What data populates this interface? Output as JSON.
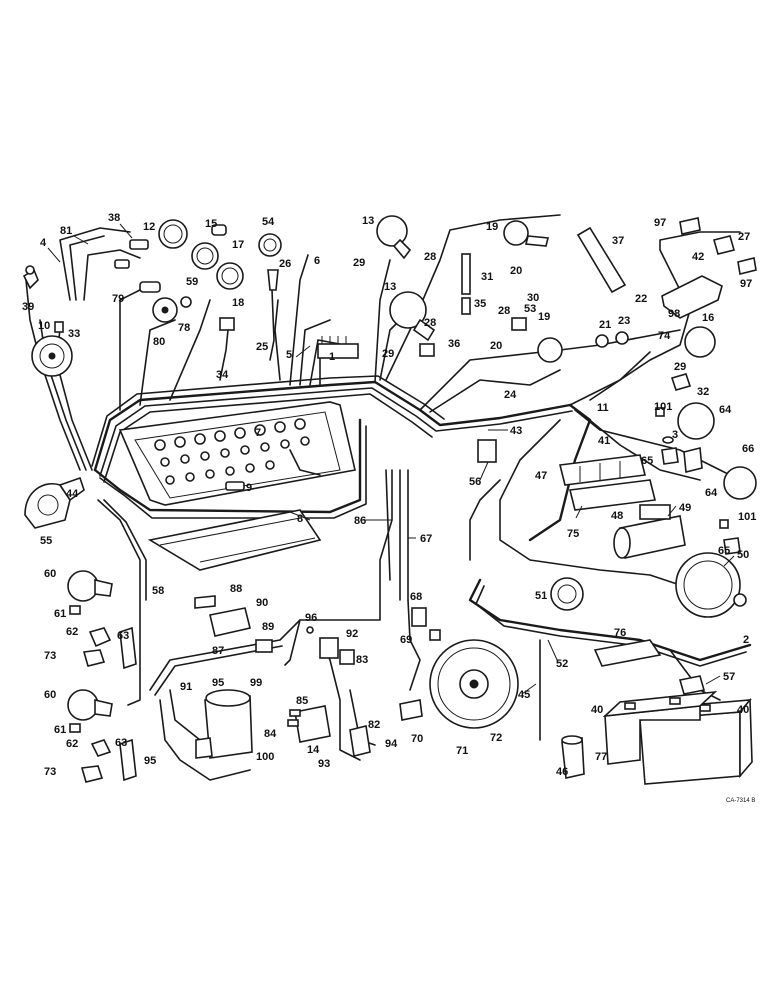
{
  "callouts": [
    "1",
    "2",
    "3",
    "4",
    "5",
    "6",
    "7",
    "8",
    "9",
    "10",
    "11",
    "12",
    "13",
    "14",
    "15",
    "16",
    "17",
    "18",
    "19",
    "20",
    "21",
    "22",
    "23",
    "24",
    "25",
    "26",
    "27",
    "28",
    "29",
    "30",
    "31",
    "32",
    "33",
    "34",
    "35",
    "36",
    "37",
    "38",
    "39",
    "40",
    "41",
    "42",
    "43",
    "44",
    "45",
    "46",
    "47",
    "48",
    "49",
    "50",
    "51",
    "52",
    "53",
    "54",
    "55",
    "56",
    "57",
    "58",
    "59",
    "60",
    "61",
    "62",
    "63",
    "64",
    "65",
    "66",
    "67",
    "68",
    "69",
    "70",
    "71",
    "72",
    "73",
    "74",
    "75",
    "76",
    "77",
    "78",
    "79",
    "80",
    "81",
    "82",
    "83",
    "84",
    "85",
    "86",
    "87",
    "88",
    "89",
    "90",
    "91",
    "92",
    "93",
    "94",
    "95",
    "96",
    "97",
    "98",
    "99",
    "100",
    "101"
  ],
  "figure_ref": "CA-7314 B"
}
